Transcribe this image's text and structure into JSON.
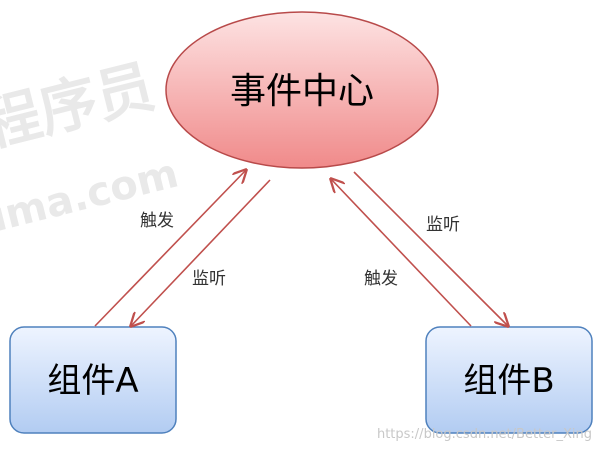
{
  "center": {
    "label": "事件中心"
  },
  "component_a": {
    "label": "组件A"
  },
  "component_b": {
    "label": "组件B"
  },
  "edges": {
    "a_trigger": "触发",
    "a_listen": "监听",
    "b_listen": "监听",
    "b_trigger": "触发"
  },
  "watermark": {
    "brand": "程序员",
    "domain": "ima.com",
    "url": "https://blog.csdn.net/Better_Xing"
  },
  "colors": {
    "arrow": "#c0504d",
    "center_fill_top": "#fde3e3",
    "center_fill_bottom": "#f08a8a",
    "center_stroke": "#b84a4a",
    "box_fill_top": "#eef4ff",
    "box_fill_bottom": "#b2ccf2",
    "box_stroke": "#4f81bd"
  }
}
